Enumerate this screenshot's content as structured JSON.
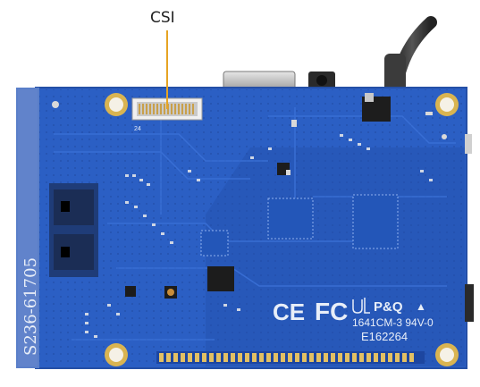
{
  "callout": {
    "label": "CSI"
  },
  "board": {
    "vertical_code": "S236-61705",
    "mark_ce": "CE",
    "mark_fc": "FC",
    "mark_pq": "P&Q",
    "mark_pq_code": "1641CM-3 94V-0",
    "mark_cert": "E162264",
    "connector_pin": "24"
  },
  "colors": {
    "board": "#2b5fc4",
    "board_dark": "#1e46a0",
    "trace": "#3a70d6",
    "silk": "#e8eef8",
    "pad_gold": "#d9b451",
    "callout_line": "#e6a423",
    "cable": "#3a3a3a"
  }
}
